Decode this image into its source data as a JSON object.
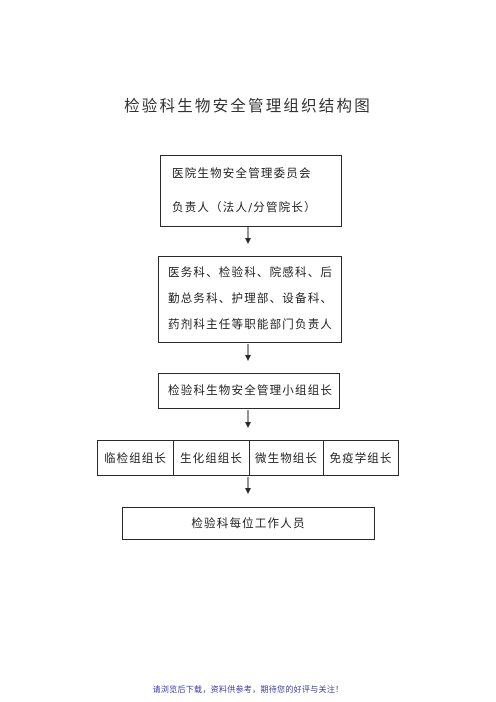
{
  "title": "检验科生物安全管理组织结构图",
  "committee": {
    "line1": "医院生物安全管理委员会",
    "line2": "负责人（法人/分管院长）"
  },
  "departments": {
    "line1": "医务科、检验科、院感科、后",
    "line2": "勤总务科、护理部、设备科、",
    "line3": "药剂科主任等职能部门负责人"
  },
  "group": {
    "label": "检验科生物安全管理小组组长"
  },
  "leaders": [
    "临检组组长",
    "生化组组长",
    "微生物组长",
    "免疫学组长"
  ],
  "staff": {
    "label": "检验科每位工作人员"
  },
  "footer": "请浏览后下载，资料供参考，期待您的好评与关注！",
  "colors": {
    "line": "#2a2a2a",
    "footer_text": "#3a3aa8"
  }
}
